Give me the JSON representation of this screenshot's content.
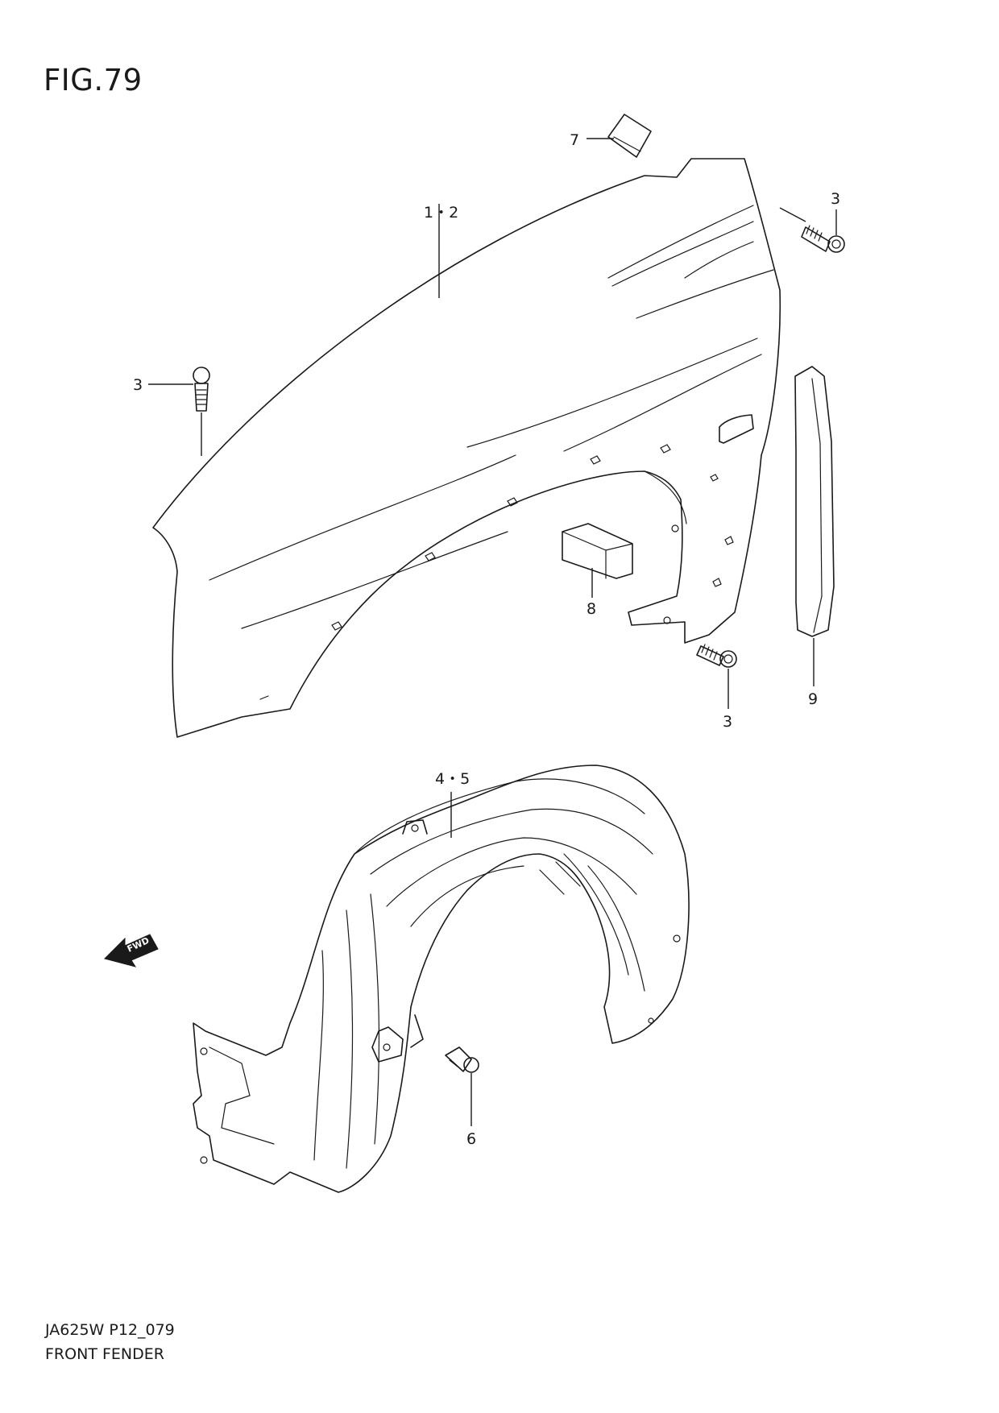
{
  "figure": {
    "title": "FIG.79",
    "code": "JA625W P12_079",
    "name": "FRONT FENDER"
  },
  "callouts": {
    "c12": "1・2",
    "c3_top": "3",
    "c3_left": "3",
    "c3_bottom": "3",
    "c45": "4・5",
    "c6": "6",
    "c7": "7",
    "c8": "8",
    "c9": "9"
  },
  "fwd_label": "FWD"
}
